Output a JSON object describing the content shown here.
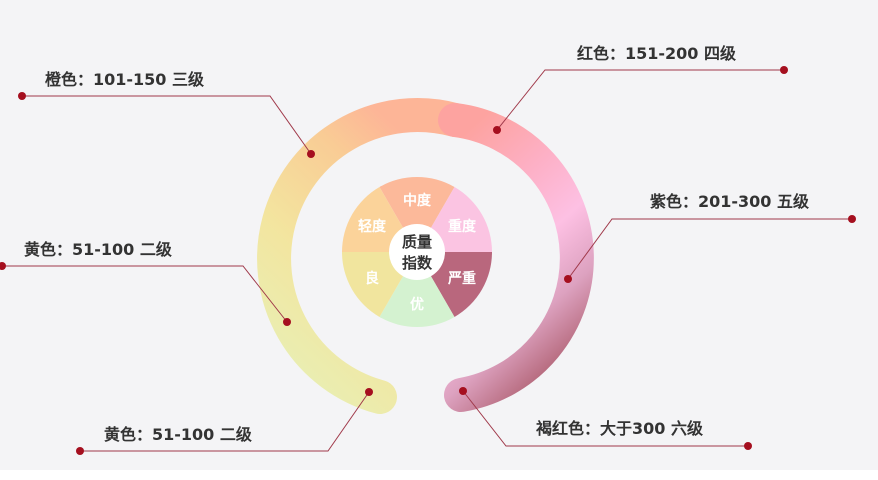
{
  "center": {
    "line1": "质量",
    "line2": "指数"
  },
  "inner_segments": [
    {
      "key": "zhongdu",
      "label": "中度",
      "color": "#fcb99a"
    },
    {
      "key": "zhongdu2",
      "label": "重度",
      "color": "#fbc4e2"
    },
    {
      "key": "yanzhong",
      "label": "严重",
      "color": "#b9677d"
    },
    {
      "key": "you",
      "label": "优",
      "color": "#d4f2d0"
    },
    {
      "key": "liang",
      "label": "良",
      "color": "#f1e59e"
    },
    {
      "key": "qingdu",
      "label": "轻度",
      "color": "#fbd39a"
    }
  ],
  "ring_colors": {
    "green": "#e4f0b4",
    "yellow": "#f4e29c",
    "orange": "#fcbc94",
    "red": "#fda3a3",
    "pink": "#fdbde1",
    "purple": "#e8a8c4",
    "maroon": "#b96b80"
  },
  "callouts": [
    {
      "key": "orange",
      "label": "橙色：101-150  三级"
    },
    {
      "key": "red",
      "label": "红色：151-200  四级"
    },
    {
      "key": "yellow",
      "label": "黄色：51-100  二级"
    },
    {
      "key": "purple",
      "label": "紫色：201-300  五级"
    },
    {
      "key": "green",
      "label": "黄色：51-100  二级"
    },
    {
      "key": "maroon",
      "label": "褐红色：大于300  六级"
    }
  ],
  "accent": {
    "leader": "#a0394a",
    "dot": "#a50f1f"
  }
}
